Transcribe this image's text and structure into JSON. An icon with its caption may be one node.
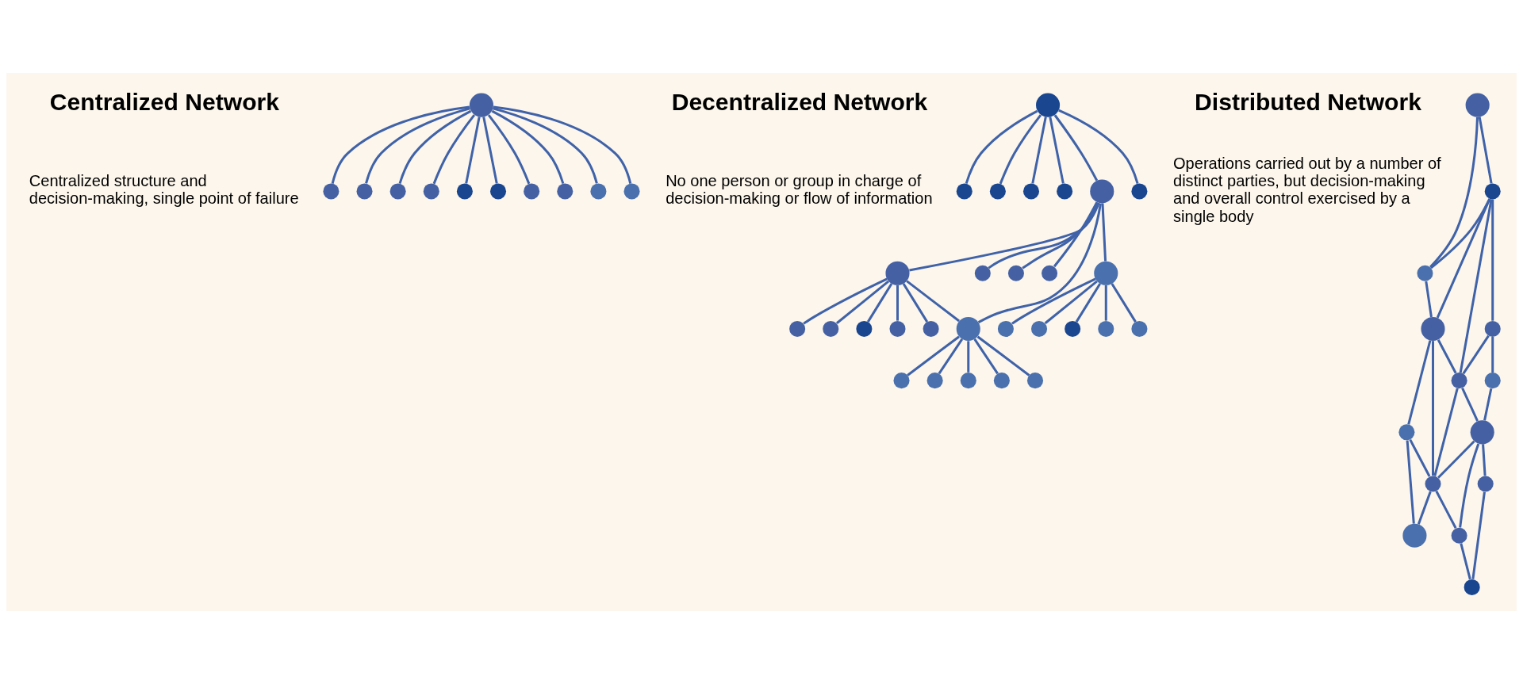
{
  "diagram": {
    "nodes": [
      {
        "text": [],
        "shape": "circle"
      },
      {
        "text": [],
        "shape": "circle"
      },
      {
        "text": [],
        "shape": "circle"
      },
      {
        "text": [],
        "shape": "circle"
      },
      {
        "text": [],
        "shape": "circle"
      },
      {
        "text": [],
        "shape": "circle"
      },
      {
        "text": [],
        "shape": "circle"
      },
      {
        "text": [],
        "shape": "circle"
      },
      {
        "text": [],
        "shape": "circle"
      },
      {
        "text": [],
        "shape": "circle"
      },
      {
        "text": [],
        "shape": "circle"
      },
      {
        "text": [],
        "shape": "circle"
      },
      {
        "text": [],
        "shape": "circle"
      },
      {
        "text": [],
        "shape": "circle"
      },
      {
        "text": [],
        "shape": "circle"
      },
      {
        "text": [],
        "shape": "circle"
      },
      {
        "text": [],
        "shape": "circle"
      },
      {
        "text": [],
        "shape": "circle"
      },
      {
        "text": [],
        "shape": "circle"
      },
      {
        "text": [],
        "shape": "circle"
      },
      {
        "text": [],
        "shape": "circle"
      },
      {
        "text": [],
        "shape": "circle"
      },
      {
        "text": [],
        "shape": "circle"
      },
      {
        "text": [],
        "shape": "circle"
      },
      {
        "text": [],
        "shape": "circle"
      },
      {
        "text": [],
        "shape": "circle"
      },
      {
        "text": [],
        "shape": "circle"
      },
      {
        "text": [],
        "shape": "circle"
      },
      {
        "text": [],
        "shape": "circle"
      },
      {
        "text": [],
        "shape": "circle"
      },
      {
        "text": [],
        "shape": "circle"
      },
      {
        "text": [],
        "shape": "circle"
      },
      {
        "text": [],
        "shape": "circle"
      },
      {
        "text": [],
        "shape": "circle"
      },
      {
        "text": [],
        "shape": "circle"
      },
      {
        "text": [],
        "shape": "circle"
      },
      {
        "text": [],
        "shape": "circle"
      },
      {
        "text": [],
        "shape": "circle"
      },
      {
        "text": [],
        "shape": "circle"
      },
      {
        "text": [],
        "shape": "circle"
      },
      {
        "text": [],
        "shape": "circle"
      },
      {
        "text": [],
        "shape": "circle"
      },
      {
        "text": [],
        "shape": "circle"
      },
      {
        "text": [],
        "shape": "circle"
      },
      {
        "text": [],
        "shape": "circle"
      },
      {
        "text": [],
        "shape": "circle"
      },
      {
        "text": [],
        "shape": "circle"
      },
      {
        "text": [],
        "shape": "circle"
      },
      {
        "text": [],
        "shape": "circle"
      },
      {
        "text": [],
        "shape": "circle"
      },
      {
        "text": [],
        "shape": "circle"
      },
      {
        "text": [],
        "shape": "circle"
      },
      {
        "text": [],
        "shape": "circle"
      }
    ],
    "edges": [
      {
        "from": 0,
        "to": 1,
        "arrow": "none"
      },
      {
        "from": 0,
        "to": 2,
        "arrow": "none"
      },
      {
        "from": 0,
        "to": 3,
        "arrow": "none"
      },
      {
        "from": 0,
        "to": 4,
        "arrow": "none"
      },
      {
        "from": 0,
        "to": 5,
        "arrow": "none"
      },
      {
        "from": 0,
        "to": 6,
        "arrow": "none"
      },
      {
        "from": 0,
        "to": 7,
        "arrow": "none"
      },
      {
        "from": 0,
        "to": 8,
        "arrow": "none"
      },
      {
        "from": 0,
        "to": 9,
        "arrow": "none"
      },
      {
        "from": 0,
        "to": 10,
        "arrow": "none"
      },
      {
        "from": 11,
        "to": 12,
        "arrow": "none"
      },
      {
        "from": 11,
        "to": 13,
        "arrow": "none"
      },
      {
        "from": 11,
        "to": 14,
        "arrow": "none"
      },
      {
        "from": 11,
        "to": 15,
        "arrow": "none"
      },
      {
        "from": 11,
        "to": 16,
        "arrow": "none"
      },
      {
        "from": 17,
        "to": 18,
        "arrow": "none"
      },
      {
        "from": 17,
        "to": 19,
        "arrow": "none"
      },
      {
        "from": 17,
        "to": 20,
        "arrow": "none"
      },
      {
        "from": 17,
        "to": 21,
        "arrow": "none"
      },
      {
        "from": 17,
        "to": 22,
        "arrow": "none"
      },
      {
        "from": 23,
        "to": 24,
        "arrow": "none"
      },
      {
        "from": 23,
        "to": 25,
        "arrow": "none"
      },
      {
        "from": 23,
        "to": 26,
        "arrow": "none"
      },
      {
        "from": 27,
        "to": 28,
        "arrow": "none"
      },
      {
        "from": 27,
        "to": 29,
        "arrow": "none"
      },
      {
        "from": 27,
        "to": 30,
        "arrow": "none"
      },
      {
        "from": 27,
        "to": 31,
        "arrow": "none"
      },
      {
        "from": 27,
        "to": 32,
        "arrow": "none"
      },
      {
        "from": 33,
        "to": 34,
        "arrow": "none"
      },
      {
        "from": 33,
        "to": 35,
        "arrow": "none"
      },
      {
        "from": 33,
        "to": 36,
        "arrow": "none"
      },
      {
        "from": 33,
        "to": 37,
        "arrow": "none"
      },
      {
        "from": 33,
        "to": 38,
        "arrow": "none"
      },
      {
        "from": 11,
        "to": 23,
        "arrow": "none"
      },
      {
        "from": 23,
        "to": 17,
        "arrow": "none"
      },
      {
        "from": 23,
        "to": 33,
        "arrow": "none"
      },
      {
        "from": 23,
        "to": 27,
        "arrow": "none"
      },
      {
        "from": 17,
        "to": 33,
        "arrow": "none"
      },
      {
        "from": 39,
        "to": 40,
        "arrow": "none"
      },
      {
        "from": 39,
        "to": 42,
        "arrow": "none"
      },
      {
        "from": 40,
        "to": 42,
        "arrow": "none"
      },
      {
        "from": 40,
        "to": 44,
        "arrow": "none"
      },
      {
        "from": 40,
        "to": 45,
        "arrow": "none"
      },
      {
        "from": 40,
        "to": 41,
        "arrow": "none"
      },
      {
        "from": 41,
        "to": 45,
        "arrow": "none"
      },
      {
        "from": 41,
        "to": 43,
        "arrow": "none"
      },
      {
        "from": 42,
        "to": 44,
        "arrow": "none"
      },
      {
        "from": 44,
        "to": 45,
        "arrow": "none"
      },
      {
        "from": 45,
        "to": 46,
        "arrow": "none"
      },
      {
        "from": 45,
        "to": 48,
        "arrow": "none"
      },
      {
        "from": 43,
        "to": 46,
        "arrow": "none"
      },
      {
        "from": 44,
        "to": 47,
        "arrow": "none"
      },
      {
        "from": 44,
        "to": 48,
        "arrow": "none"
      },
      {
        "from": 46,
        "to": 48,
        "arrow": "none"
      },
      {
        "from": 46,
        "to": 49,
        "arrow": "none"
      },
      {
        "from": 46,
        "to": 51,
        "arrow": "none"
      },
      {
        "from": 47,
        "to": 48,
        "arrow": "none"
      },
      {
        "from": 47,
        "to": 50,
        "arrow": "none"
      },
      {
        "from": 48,
        "to": 50,
        "arrow": "none"
      },
      {
        "from": 48,
        "to": 51,
        "arrow": "none"
      },
      {
        "from": 49,
        "to": 52,
        "arrow": "none"
      },
      {
        "from": 51,
        "to": 52,
        "arrow": "none"
      }
    ],
    "labels": [
      "Centralized Network",
      "Centralized structure and decision-making, single point of failure",
      "Decentralized Network",
      "No one person or group in charge of decision-making or flow of information",
      "Distributed Network",
      "Operations carried out by a number of distinct parties, but decision-making and overall control exercised by a single body"
    ]
  }
}
